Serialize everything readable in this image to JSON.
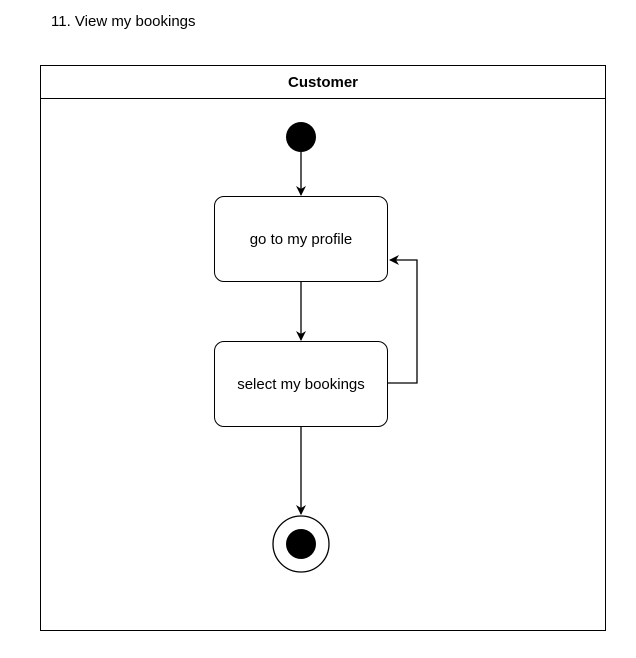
{
  "caption": "11. View my bookings",
  "swimlane": {
    "label": "Customer"
  },
  "actions": [
    {
      "label": "go to my profile"
    },
    {
      "label": "select my bookings"
    }
  ],
  "colors": {
    "stroke": "#000000",
    "fill": "#ffffff",
    "node": "#000000"
  }
}
